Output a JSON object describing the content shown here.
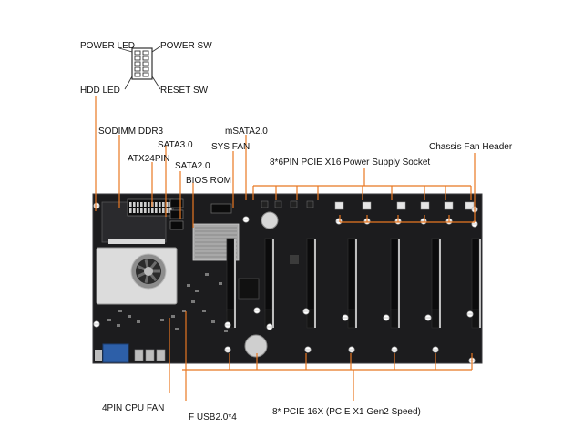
{
  "header_pins": {
    "power_led": "POWER LED",
    "power_sw": "POWER SW",
    "hdd_led": "HDD  LED",
    "reset_sw": "RESET SW"
  },
  "callouts": {
    "sodimm": "SODIMM DDR3",
    "sata3": "SATA3.0",
    "sys_fan": "SYS FAN",
    "msata": "mSATA2.0",
    "atx24": "ATX24PIN",
    "sata2": "SATA2.0",
    "bios": "BIOS ROM",
    "pcie_power": "8*6PIN PCIE X16 Power Supply Socket",
    "chassis_fan": "Chassis Fan Header",
    "cpu_fan": "4PIN CPU FAN",
    "usb": "F USB2.0*4",
    "pcie_slots": "8* PCIE 16X (PCIE X1 Gen2 Speed)"
  },
  "colors": {
    "callout_line": "#e87722",
    "board": "#1c1c1e",
    "slot": "#0b0b0c",
    "label_text": "#111111"
  }
}
